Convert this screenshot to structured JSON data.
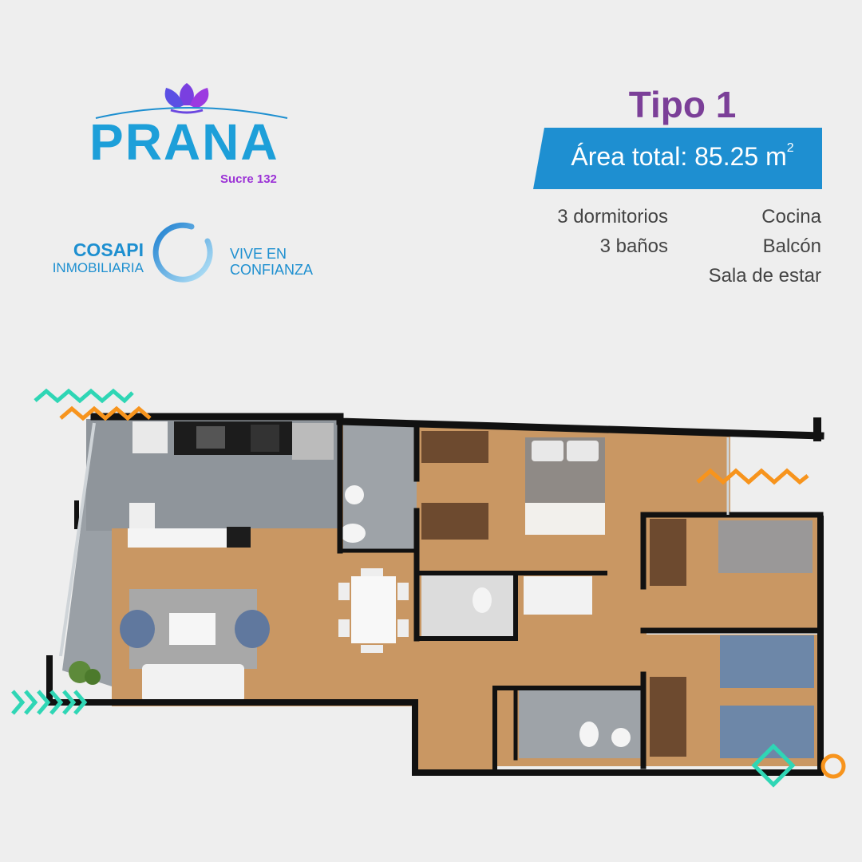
{
  "brand": {
    "logo_word": "PRANA",
    "logo_sub": "Sucre 132",
    "developer_name": "COSAPI",
    "developer_sub": "INMOBILIARIA",
    "slogan_line1": "VIVE EN",
    "slogan_line2": "CONFIANZA"
  },
  "unit": {
    "title": "Tipo 1",
    "area_label": "Área total: 85.25 m",
    "area_unit_sup": "2",
    "features_left": [
      "3 dormitorios",
      "3 baños"
    ],
    "features_right": [
      "Cocina",
      "Balcón",
      "Sala de estar"
    ]
  },
  "colors": {
    "background": "#eeeeee",
    "title_purple": "#7b3f98",
    "banner_blue": "#1e8fd1",
    "brand_blue": "#1d9fd9",
    "accent_teal": "#2fd6b5",
    "accent_orange": "#f7941d",
    "wall": "#111111",
    "wood_floor": "#c99763",
    "tile_floor": "#8f959b"
  },
  "icons": {
    "logo_mark": "lotus-icon",
    "developer_mark": "ring-icon"
  }
}
